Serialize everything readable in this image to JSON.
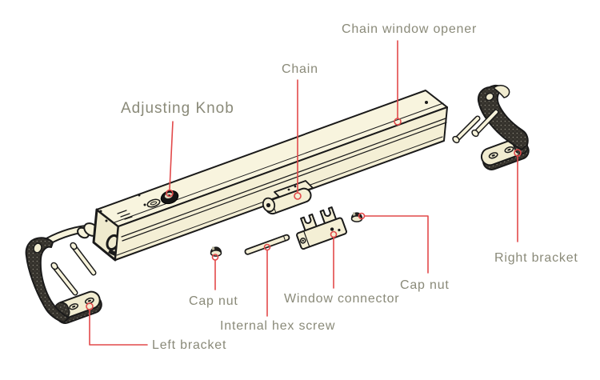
{
  "labels": {
    "adjusting_knob": "Adjusting Knob",
    "chain": "Chain",
    "chain_window_opener": "Chain window opener",
    "right_bracket": "Right bracket",
    "cap_nut_right": "Cap nut",
    "window_connector": "Window connector",
    "internal_hex_screw": "Internal hex screw",
    "cap_nut_left": "Cap nut",
    "left_bracket": "Left bracket"
  },
  "colors": {
    "leader_red": "#e2494a",
    "label_text": "#8a8a79",
    "body_fill": "#f8f4de",
    "outline": "#1a1a1a",
    "background": "#ffffff"
  }
}
